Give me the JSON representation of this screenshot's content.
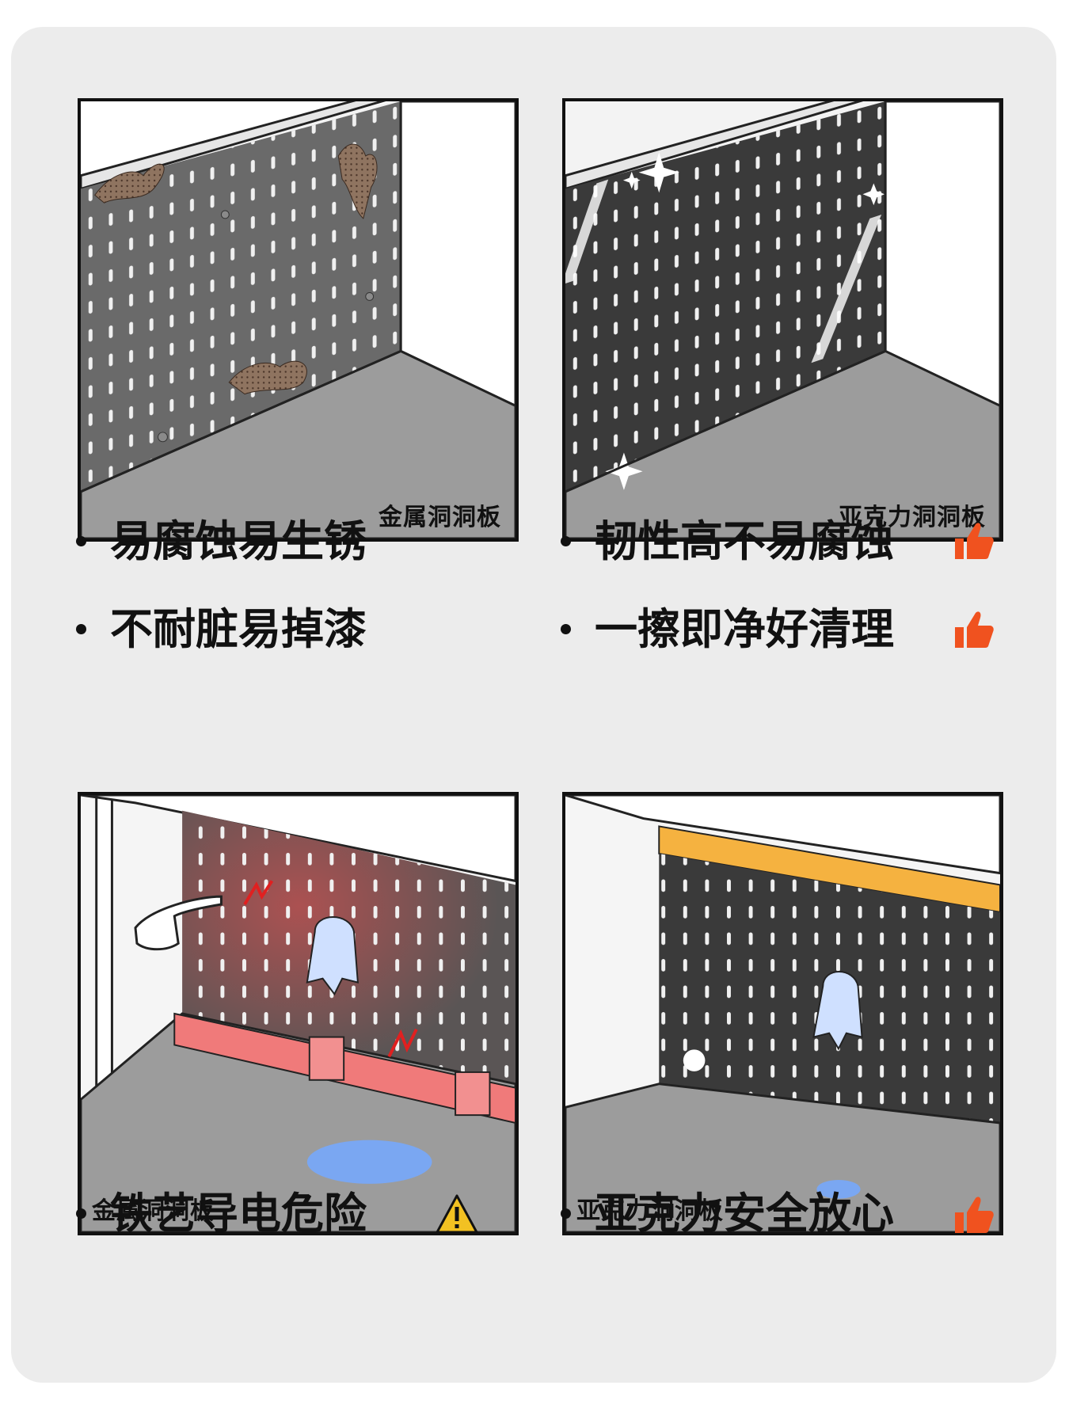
{
  "panels": [
    {
      "label": "金属洞洞板"
    },
    {
      "label": "亚克力洞洞板"
    },
    {
      "label": "金属洞洞板"
    },
    {
      "label": "亚克力洞洞板"
    }
  ],
  "bullets": {
    "metal": [
      "易腐蚀易生锈",
      "不耐脏易掉漆"
    ],
    "acrylic": [
      "韧性高不易腐蚀",
      "一擦即净好清理"
    ],
    "metal_safety": "铁艺导电危险",
    "acrylic_safety": "亚克力安全放心"
  },
  "icons": {
    "thumbs_up": "thumbs-up-icon",
    "warning": "warning-icon"
  },
  "colors": {
    "background": "#ececec",
    "thumb": "#f0521f",
    "warning": "#f2c122",
    "board_metal": "#6a6a6a",
    "board_acrylic": "#3a3a3a",
    "floor": "#9c9c9c",
    "water": "#7aa7f2",
    "shelf": "#f5b240"
  }
}
